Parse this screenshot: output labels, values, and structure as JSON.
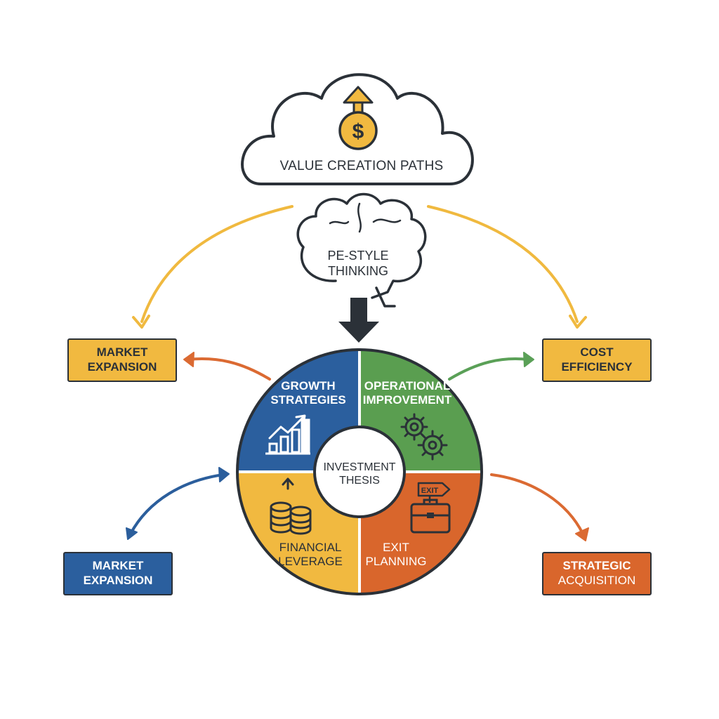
{
  "colors": {
    "outline": "#2b3138",
    "yellow": "#f1b940",
    "green": "#5a9e50",
    "blue": "#2b5f9e",
    "orange": "#d9662c",
    "arrow_yellow": "#f0b93f",
    "arrow_orange": "#db6a32",
    "arrow_green": "#5aa057",
    "arrow_blue": "#2b5e9c"
  },
  "cloud": {
    "title": "VALUE CREATION PATHS",
    "icon": "dollar-coin-up-arrow-icon"
  },
  "brain": {
    "line1": "PE-STYLE",
    "line2": "THINKING",
    "icon": "brain-icon"
  },
  "wheel": {
    "center_line1": "INVESTMENT",
    "center_line2": "THESIS",
    "quadrants": {
      "growth": {
        "line1": "GROWTH",
        "line2": "STRATEGIES",
        "icon": "bar-chart-growth-icon"
      },
      "operational": {
        "line1": "OPERATIONAL",
        "line2": "IMPROVEMENT",
        "icon": "gears-icon"
      },
      "financial": {
        "line1": "FINANCIAL",
        "line2": "LEVERAGE",
        "icon": "coin-stacks-icon"
      },
      "exit": {
        "line1": "EXIT",
        "line2": "PLANNING",
        "icon": "briefcase-exit-icon",
        "sign": "EXIT"
      }
    }
  },
  "boxes": {
    "market_expansion_top": {
      "line1": "MARKET",
      "line2": "EXPANSION"
    },
    "cost_efficiency": {
      "line1": "COST",
      "line2": "EFFICIENCY"
    },
    "market_expansion_bottom": {
      "line1": "MARKET",
      "line2": "EXPANSION"
    },
    "strategic_acquisition": {
      "line1": "STRATEGIC",
      "line2": "ACQUISITION"
    }
  }
}
